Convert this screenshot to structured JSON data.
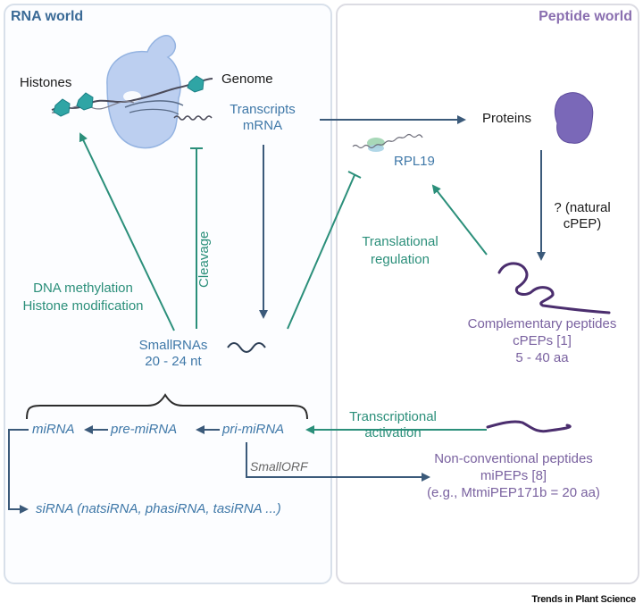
{
  "colors": {
    "rna_title": "#3a6a96",
    "peptide_title": "#8a6fb0",
    "blue_text": "#3f78a8",
    "teal": "#2b8f7a",
    "dark_arrow": "#3b5a7a",
    "purple_text": "#7a62a0",
    "peptide_chain": "#4b2e6e",
    "protein": "#7a68b8",
    "black_text": "#1a1a1a",
    "gray_text": "#666666"
  },
  "panels": {
    "rna_world": {
      "title": "RNA world"
    },
    "peptide_world": {
      "title": "Peptide world"
    }
  },
  "labels": {
    "histones": "Histones",
    "genome": "Genome",
    "transcripts": "Transcripts",
    "mrna": "mRNA",
    "proteins": "Proteins",
    "rpl19": "RPL19",
    "natural_cpep_q": "? (natural",
    "natural_cpep_2": "cPEP)",
    "translational_1": "Translational",
    "translational_2": "regulation",
    "cleavage": "Cleavage",
    "dna_methylation": "DNA methylation",
    "histone_modification": "Histone modification",
    "small_rnas": "SmallRNAs",
    "small_rnas_size": "20 - 24 nt",
    "cpep_1": "Complementary peptides",
    "cpep_2": "cPEPs [1]",
    "cpep_3": "5 - 40 aa",
    "mirna": "miRNA",
    "pre_mirna": "pre-miRNA",
    "pri_mirna": "pri-miRNA",
    "transcriptional_1": "Transcriptional",
    "transcriptional_2": "activation",
    "small_orf": "SmallORF",
    "mipep_1": "Non-conventional peptides",
    "mipep_2": "miPEPs [8]",
    "mipep_3": "(e.g., MtmiPEP171b = 20 aa)",
    "sirna": "siRNA (natsiRNA, phasiRNA, tasiRNA ...)"
  },
  "footer": {
    "source": "Trends in Plant Science"
  }
}
